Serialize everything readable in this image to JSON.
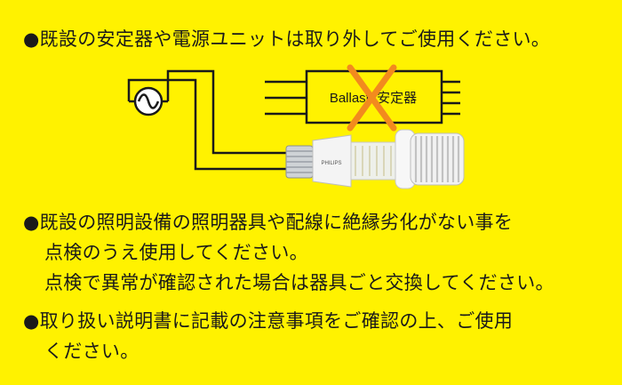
{
  "note1": "●既設の安定器や電源ユニットは取り外してご使用ください。",
  "diagram": {
    "ballast_label": "Ballast/ 安定器",
    "lamp_brand": "PHILIPS"
  },
  "note2": {
    "line1": "●既設の照明設備の照明器具や配線に絶縁劣化がない事を",
    "line2": "点検のうえ使用してください。",
    "line3": "点検で異常が確認された場合は器具ごと交換してください。"
  },
  "note3": {
    "line1": "●取り扱い説明書に記載の注意事項をご確認の上、ご使用",
    "line2": "ください。"
  },
  "colors": {
    "background": "#FFF200",
    "cross": "#F28A1E",
    "wire": "#1a1a1a"
  }
}
